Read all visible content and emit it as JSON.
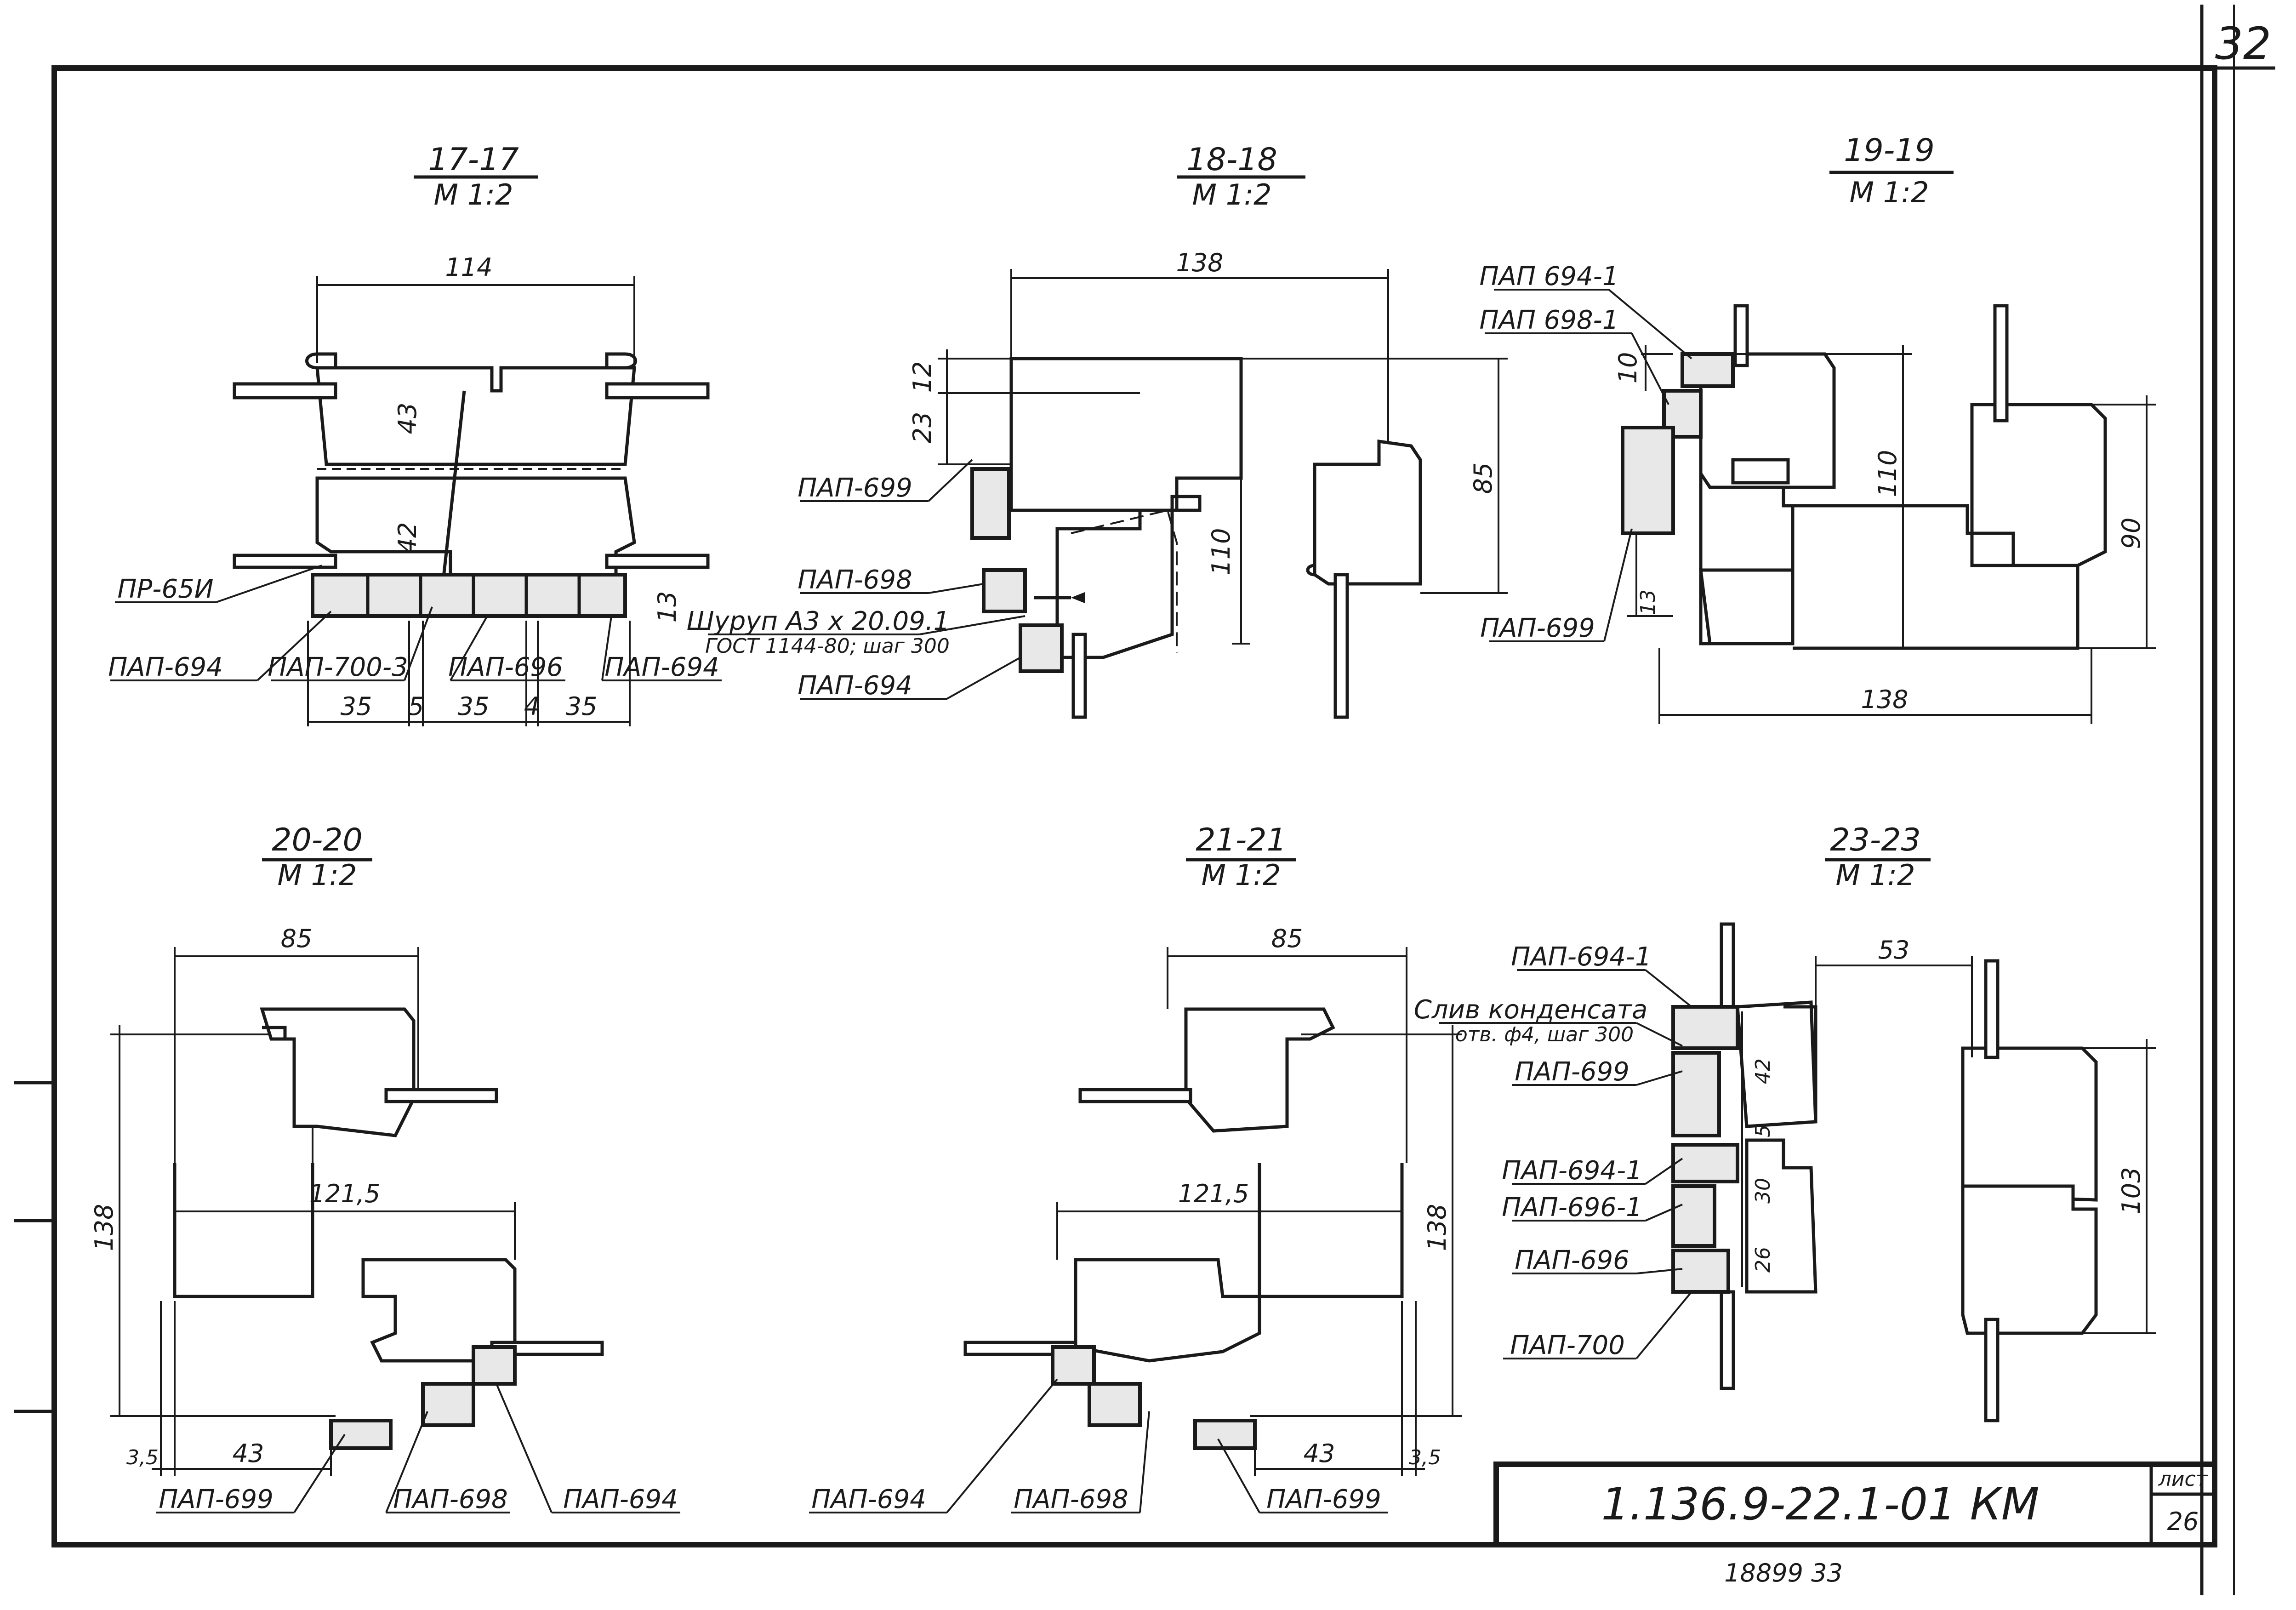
{
  "sheet": {
    "corner_number": "32",
    "document_code": "1.136.9-22.1-01 КМ",
    "sheet_label": "лист",
    "sheet_number": "26",
    "bottom_numbers": "18899   33"
  },
  "sections": [
    {
      "id": "17-17",
      "title": "17-17",
      "scale": "М 1:2",
      "dims": {
        "top": "114",
        "h1": "43",
        "h2": "42",
        "side": "13",
        "b1": "35",
        "b2": "5",
        "b3": "35",
        "b4": "4",
        "b5": "35"
      },
      "labels": [
        "ПР-65И",
        "ПАП-694",
        "ПАП-700-3",
        "ПАП-696",
        "ПАП-694"
      ]
    },
    {
      "id": "18-18",
      "title": "18-18",
      "scale": "М 1:2",
      "dims": {
        "top": "138",
        "a": "12",
        "b": "23",
        "c": "85",
        "d": "110"
      },
      "labels": [
        "ПАП-699",
        "ПАП-698",
        "Шуруп А3 х 20.09.1",
        "ГОСТ 1144-80; шаг 300",
        "ПАП-694"
      ]
    },
    {
      "id": "19-19",
      "title": "19-19",
      "scale": "М 1:2",
      "dims": {
        "a": "10",
        "b": "110",
        "c": "90",
        "d": "13",
        "bottom": "138"
      },
      "labels": [
        "ПАП 694-1",
        "ПАП 698-1",
        "ПАП-699"
      ]
    },
    {
      "id": "20-20",
      "title": "20-20",
      "scale": "М 1:2",
      "dims": {
        "top": "85",
        "mid": "121,5",
        "side": "138",
        "b1": "3,5",
        "b2": "43"
      },
      "labels": [
        "ПАП-699",
        "ПАП-698",
        "ПАП-694"
      ]
    },
    {
      "id": "21-21",
      "title": "21-21",
      "scale": "М 1:2",
      "dims": {
        "top": "85",
        "mid": "121,5",
        "side": "138",
        "b1": "43",
        "b2": "3,5"
      },
      "labels": [
        "ПАП-694",
        "ПАП-698",
        "ПАП-699"
      ]
    },
    {
      "id": "23-23",
      "title": "23-23",
      "scale": "М 1:2",
      "dims": {
        "top": "53",
        "a": "42",
        "b": "5",
        "c": "30",
        "d": "26",
        "side": "103"
      },
      "labels": [
        "ПАП-694-1",
        "Слив конденсата",
        "отв. ф4, шаг 300",
        "ПАП-699",
        "ПАП-694-1",
        "ПАП-696-1",
        "ПАП-696",
        "ПАП-700"
      ]
    }
  ]
}
